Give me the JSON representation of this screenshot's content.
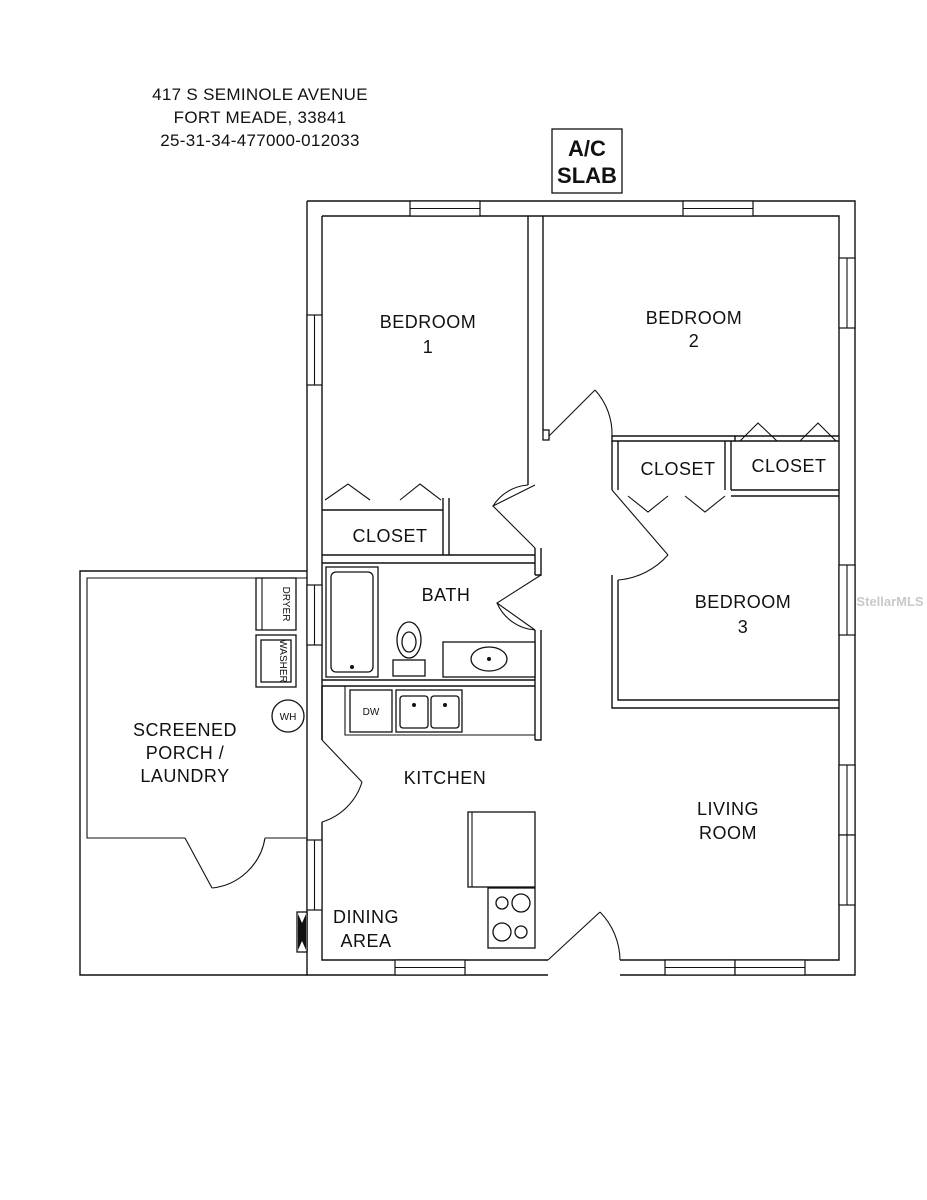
{
  "header": {
    "address_line1": "417 S SEMINOLE AVENUE",
    "address_line2": "FORT MEADE, 33841",
    "parcel_id": "25-31-34-477000-012033"
  },
  "ac_slab": {
    "line1": "A/C",
    "line2": "SLAB"
  },
  "rooms": {
    "bedroom1": {
      "name": "BEDROOM",
      "number": "1"
    },
    "bedroom2": {
      "name": "BEDROOM",
      "number": "2"
    },
    "bedroom3": {
      "name": "BEDROOM",
      "number": "3"
    },
    "closet_b1": "CLOSET",
    "closet_b3": "CLOSET",
    "closet_b2": "CLOSET",
    "bath": "BATH",
    "kitchen": "KITCHEN",
    "living": {
      "line1": "LIVING",
      "line2": "ROOM"
    },
    "dining": {
      "line1": "DINING",
      "line2": "AREA"
    },
    "porch": {
      "line1": "SCREENED",
      "line2": "PORCH /",
      "line3": "LAUNDRY"
    }
  },
  "appliances": {
    "dryer": "DRYER",
    "washer": "WASHER",
    "water_heater": "WH",
    "dishwasher": "DW"
  },
  "watermark": "StellarMLS"
}
